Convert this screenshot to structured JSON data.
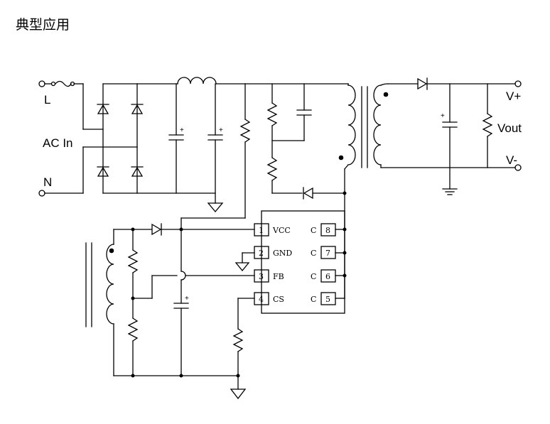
{
  "title": "典型应用",
  "labels": {
    "L": "L",
    "ac_in": "AC In",
    "N": "N",
    "vplus": "V+",
    "vout": "Vout",
    "vminus": "V-",
    "cap_plus": "+"
  },
  "ic_pins": [
    {
      "num": "1",
      "name": "VCC"
    },
    {
      "num": "2",
      "name": "GND"
    },
    {
      "num": "3",
      "name": "FB"
    },
    {
      "num": "4",
      "name": "CS"
    },
    {
      "num": "8",
      "name": "C"
    },
    {
      "num": "7",
      "name": "C"
    },
    {
      "num": "6",
      "name": "C"
    },
    {
      "num": "5",
      "name": "C"
    }
  ]
}
